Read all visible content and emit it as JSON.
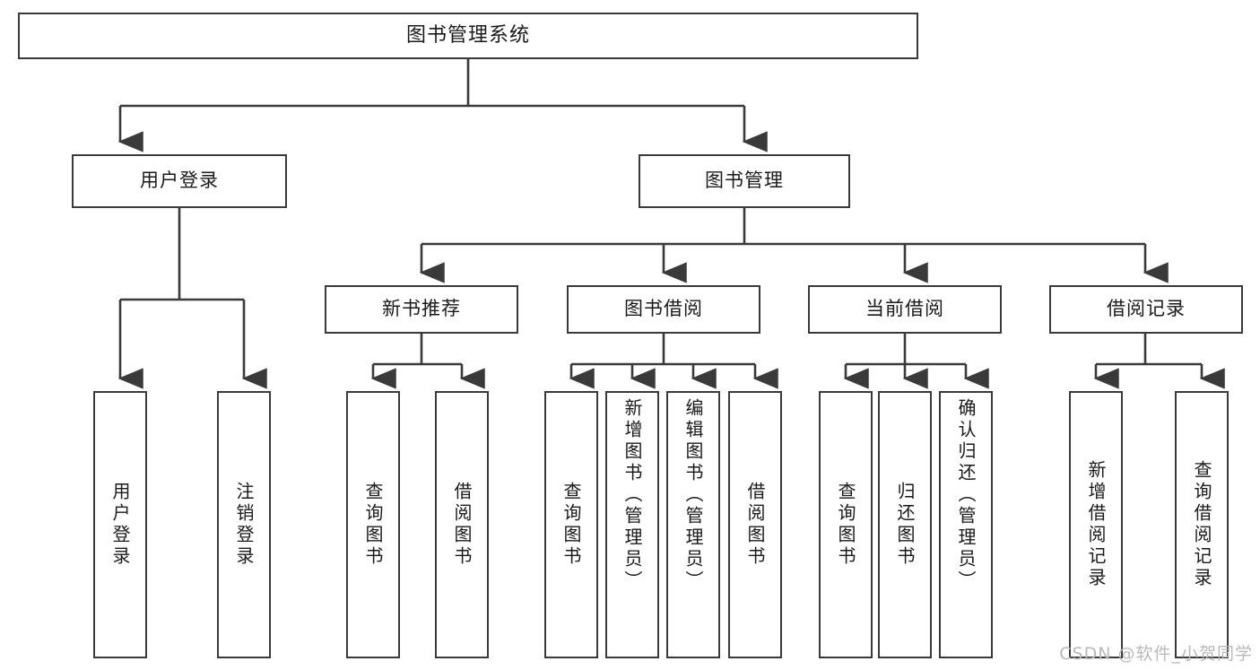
{
  "diagram": {
    "title": "图书管理系统",
    "type": "tree",
    "root": {
      "label": "图书管理系统"
    },
    "level2": [
      {
        "label": "用户登录"
      },
      {
        "label": "图书管理"
      }
    ],
    "level3": [
      {
        "label": "新书推荐"
      },
      {
        "label": "图书借阅"
      },
      {
        "label": "当前借阅"
      },
      {
        "label": "借阅记录"
      }
    ],
    "leaves": {
      "user_login": [
        {
          "label": "用户登录"
        },
        {
          "label": "注销登录"
        }
      ],
      "new_book_recommend": [
        {
          "label": "查询图书"
        },
        {
          "label": "借阅图书"
        }
      ],
      "book_borrow": [
        {
          "label": "查询图书"
        },
        {
          "label": "新增图书（管理员）"
        },
        {
          "label": "编辑图书（管理员）"
        },
        {
          "label": "借阅图书"
        }
      ],
      "current_borrow": [
        {
          "label": "查询图书"
        },
        {
          "label": "归还图书"
        },
        {
          "label": "确认归还（管理员）"
        }
      ],
      "borrow_record": [
        {
          "label": "新增借阅记录"
        },
        {
          "label": "查询借阅记录"
        }
      ]
    }
  },
  "watermark": {
    "text": "CSDN @软件_小贺同学"
  },
  "colors": {
    "stroke": "#3a3a3a",
    "fill": "#ffffff",
    "text": "#1a1a1a",
    "watermark": "#b9b9b9"
  }
}
